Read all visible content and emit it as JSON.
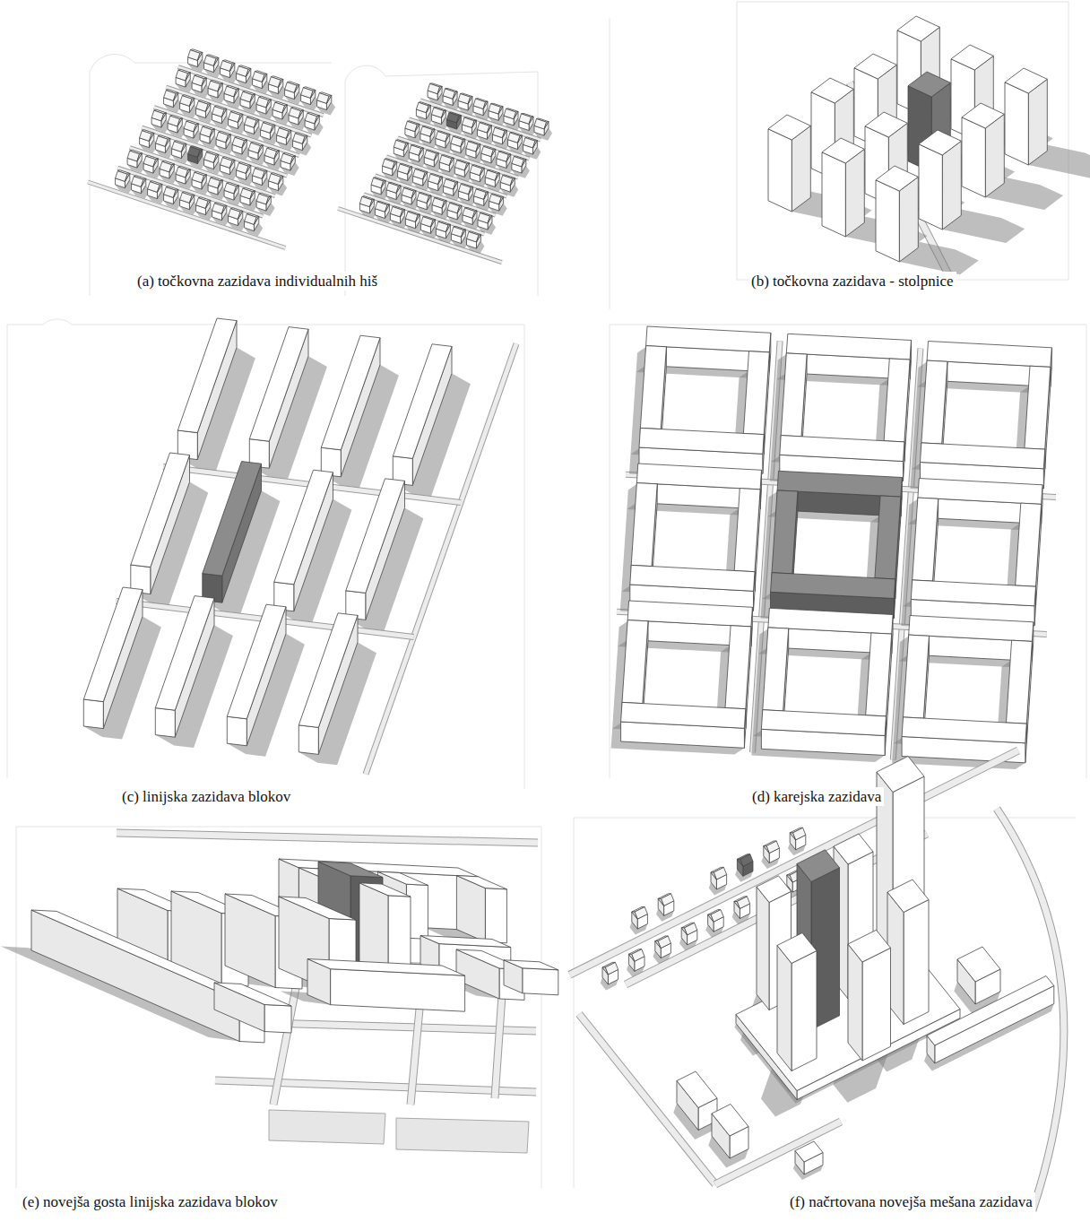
{
  "diagram": {
    "labels": [
      "(a) točkovna zazidava individualnih hiš",
      "(b) točkovna zazidava - stolpnice",
      "(c) linijska zazidava blokov",
      "(d) karejska zazidava",
      "(e) novejša gosta linijska zazidava blokov",
      "(f) načrtovana novejša mešana zazidava"
    ]
  }
}
